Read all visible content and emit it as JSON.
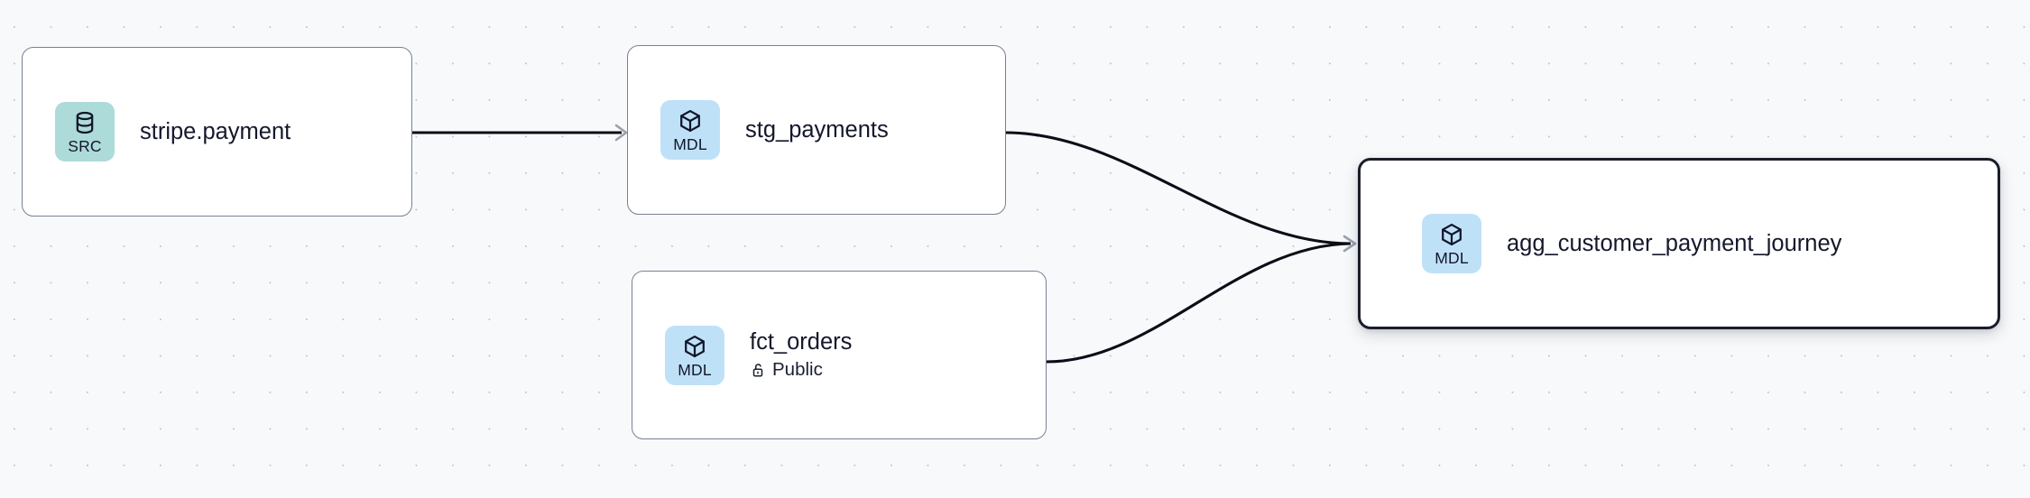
{
  "canvas": {
    "background_color": "#F7F9FB",
    "grid": "dot-grid",
    "grid_dot_color": "#C2C7D0"
  },
  "palette": {
    "source_badge": "#ADDBD9",
    "model_badge": "#BFE1F8",
    "node_border": "#7A8094",
    "selected_border": "#1A1D2B",
    "edge_color": "#0B0E17",
    "arrow_color": "#9AA0AC",
    "text": "#14182B"
  },
  "nodes": [
    {
      "id": "stripe-payment",
      "badge_label": "SRC",
      "badge_kind": "source",
      "badge_icon": "database-icon",
      "title": "stripe.payment",
      "subtitle": null,
      "subtitle_icon": null,
      "selected": false
    },
    {
      "id": "stg-payments",
      "badge_label": "MDL",
      "badge_kind": "model",
      "badge_icon": "cube-icon",
      "title": "stg_payments",
      "subtitle": null,
      "subtitle_icon": null,
      "selected": false
    },
    {
      "id": "fct-orders",
      "badge_label": "MDL",
      "badge_kind": "model",
      "badge_icon": "cube-icon",
      "title": "fct_orders",
      "subtitle": "Public",
      "subtitle_icon": "unlock-icon",
      "selected": false
    },
    {
      "id": "agg-customer-payment-journey",
      "badge_label": "MDL",
      "badge_kind": "model",
      "badge_icon": "cube-icon",
      "title": "agg_customer_payment_journey",
      "subtitle": null,
      "subtitle_icon": null,
      "selected": true
    }
  ],
  "edges": [
    {
      "id": "edge-stripe-to-stg",
      "from": "stripe-payment",
      "to": "stg-payments",
      "shape": "straight"
    },
    {
      "id": "edge-stg-to-agg",
      "from": "stg-payments",
      "to": "agg-customer-payment-journey",
      "shape": "bezier"
    },
    {
      "id": "edge-fct-to-agg",
      "from": "fct-orders",
      "to": "agg-customer-payment-journey",
      "shape": "bezier"
    }
  ]
}
